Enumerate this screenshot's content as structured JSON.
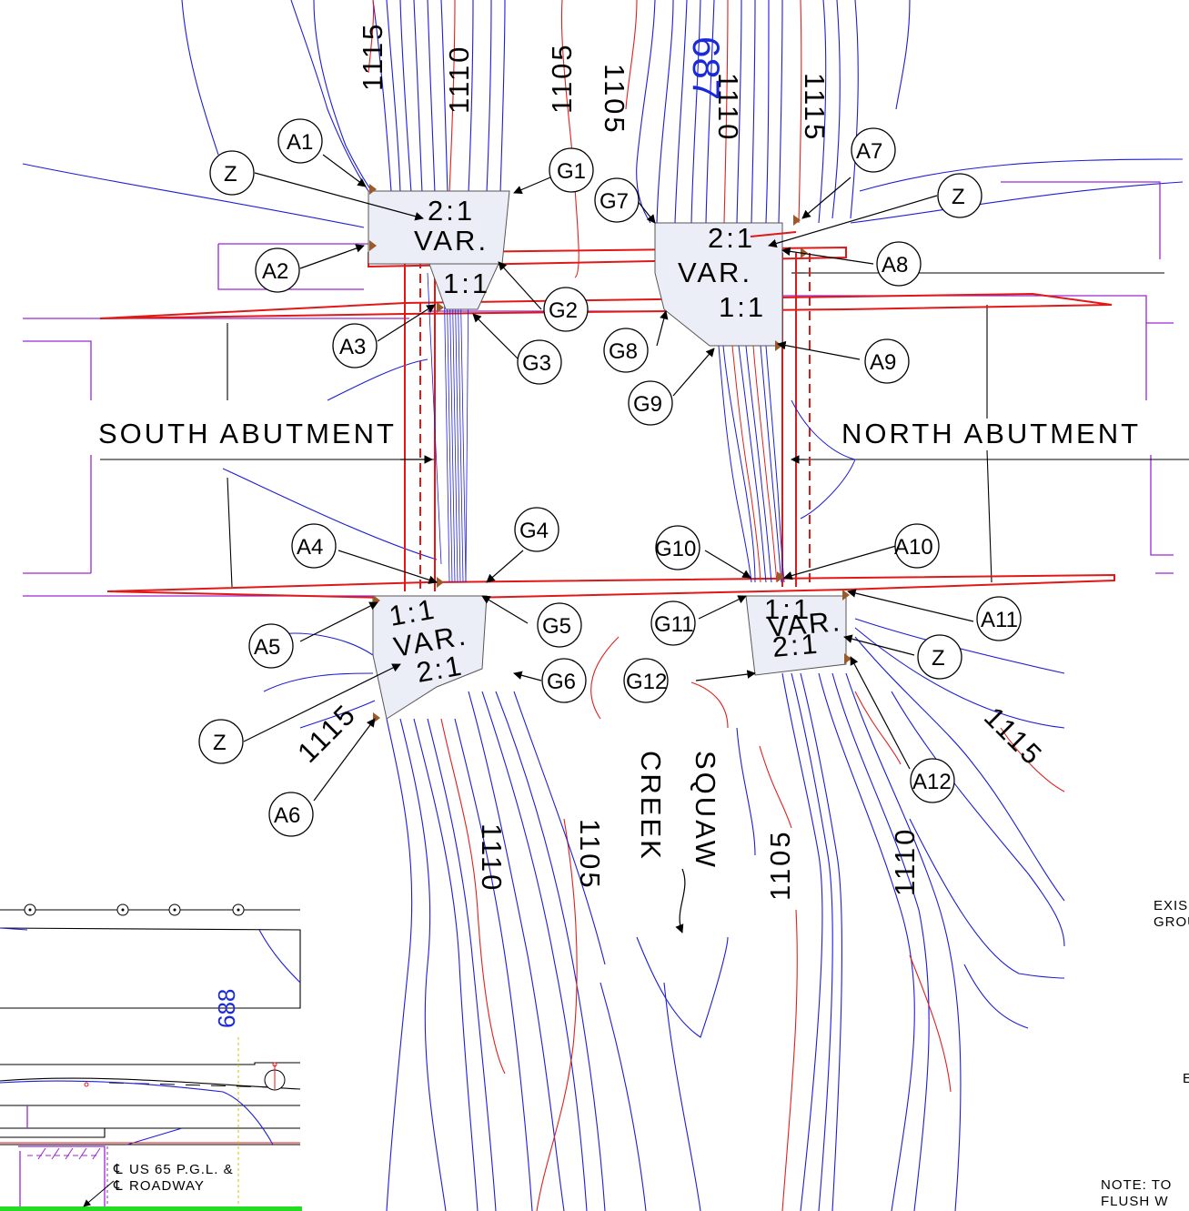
{
  "labels": {
    "south_abutment": "SOUTH ABUTMENT",
    "north_abutment": "NORTH ABUTMENT",
    "creek_1": "SQUAW",
    "creek_2": "CREEK",
    "station_top": "687",
    "station_bottom": "688",
    "legend_line1": "US 65 P.G.L. &",
    "legend_line2": "ROADWAY",
    "cl_symbol": "℄",
    "note": "NOTE: TO",
    "note2": "FLUSH W",
    "exist_1": "EXIS",
    "exist_2": "GROU",
    "stray_e": "E"
  },
  "contour_labels": {
    "c1115_a": "1115",
    "c1110_a": "1110",
    "c1105_a": "1105",
    "c1105_b": "1105",
    "c1110_b": "1110",
    "c1115_b": "1115",
    "c1115_c": "1115",
    "c1115_d": "1115",
    "c1110_c": "1110",
    "c1105_c": "1105",
    "c1105_d": "1105",
    "c1110_d": "1110"
  },
  "slopes": {
    "sw_top_1": "2:1",
    "sw_top_2": "VAR.",
    "sw_mid": "1:1",
    "nw_top_1": "2:1",
    "nw_top_2": "VAR.",
    "nw_mid": "1:1",
    "se_1": "1:1",
    "se_2": "VAR.",
    "se_3": "2:1",
    "ne_1": "1:1",
    "ne_2": "VAR.",
    "ne_3": "2:1"
  },
  "callouts": {
    "A1": "A1",
    "A2": "A2",
    "A3": "A3",
    "A4": "A4",
    "A5": "A5",
    "A6": "A6",
    "A7": "A7",
    "A8": "A8",
    "A9": "A9",
    "A10": "A10",
    "A11": "A11",
    "A12": "A12",
    "G1": "G1",
    "G2": "G2",
    "G3": "G3",
    "G4": "G4",
    "G5": "G5",
    "G6": "G6",
    "G7": "G7",
    "G8": "G8",
    "G9": "G9",
    "G10": "G10",
    "G11": "G11",
    "G12": "G12",
    "Z1": "Z",
    "Z2": "Z",
    "Z3": "Z",
    "Z4": "Z"
  },
  "colors": {
    "contour_major": "#1d1dd6",
    "contour_index": "#e0201c",
    "structure": "#e01818",
    "right_of_way": "#9a28d0",
    "station": "#1a2ad8",
    "ground": "#22dd22",
    "marker": "#9a5a2a"
  }
}
